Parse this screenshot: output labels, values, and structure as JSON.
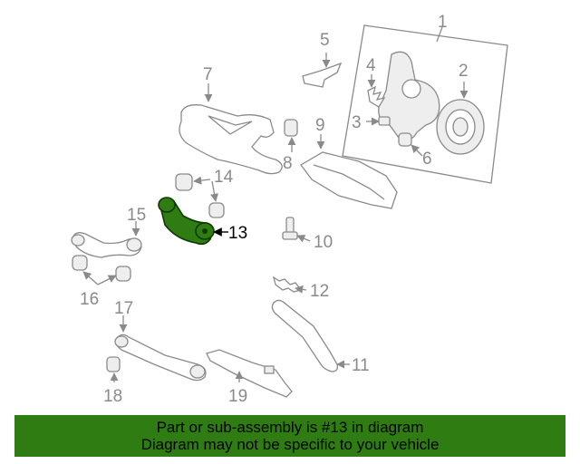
{
  "diagram": {
    "highlight_color": "#2f7d12",
    "line_color": "#8a8a8a",
    "highlighted_part": "13",
    "callouts": {
      "p1": "1",
      "p2": "2",
      "p3": "3",
      "p4": "4",
      "p5": "5",
      "p6": "6",
      "p7": "7",
      "p8": "8",
      "p9": "9",
      "p10": "10",
      "p11": "11",
      "p12": "12",
      "p13": "13",
      "p14": "14",
      "p15": "15",
      "p16": "16",
      "p17": "17",
      "p18": "18",
      "p19": "19"
    }
  },
  "banner": {
    "line1": "Part or sub-assembly is #13 in diagram",
    "line2": "Diagram may not be specific to your vehicle",
    "background": "#2f7d12"
  }
}
